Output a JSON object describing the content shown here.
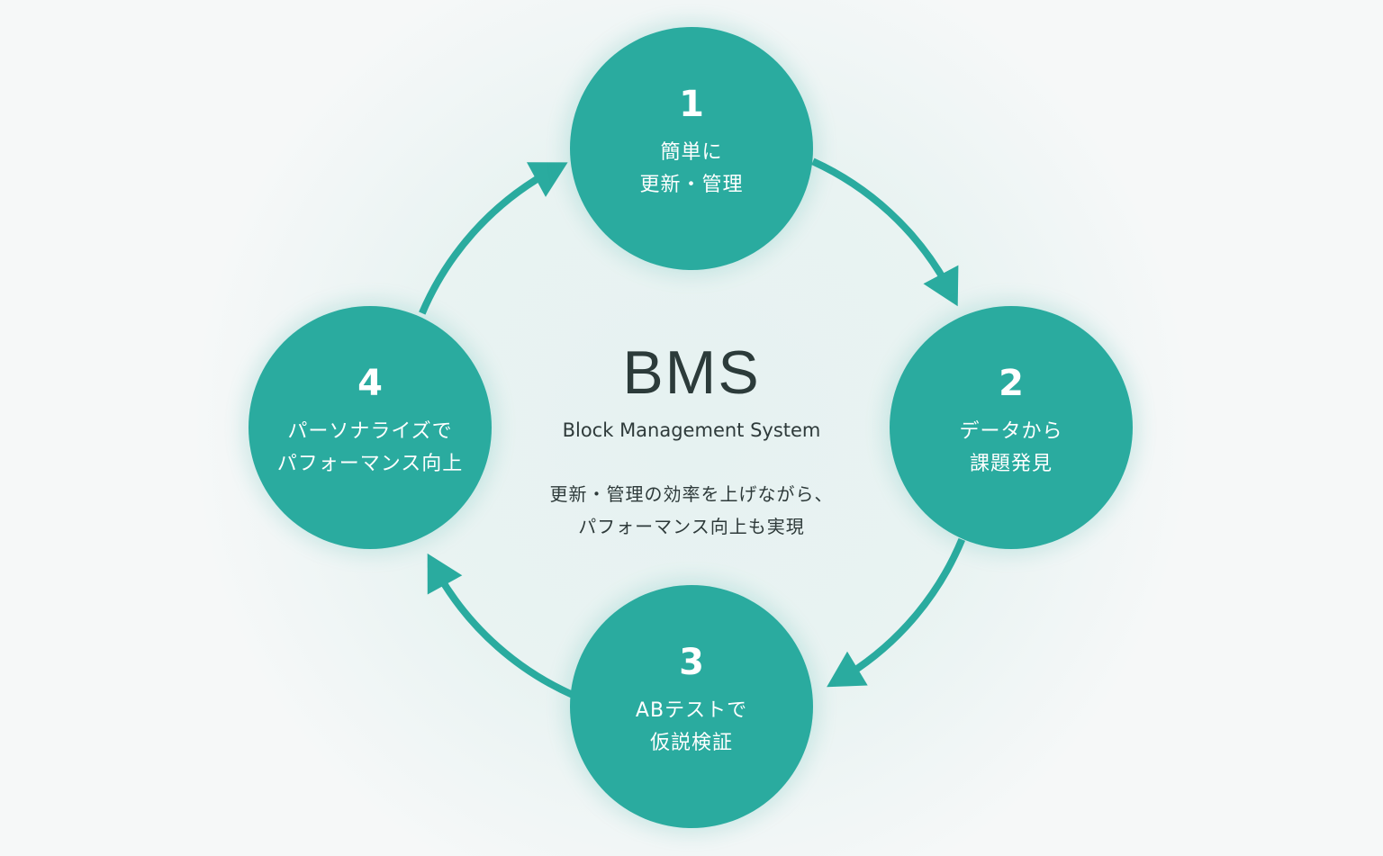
{
  "colors": {
    "accent": "#2aab9f",
    "text_dark": "#2e3a3a",
    "node_text": "#ffffff",
    "background": "#f6f8f8"
  },
  "center": {
    "title": "BMS",
    "subtitle": "Block Management System",
    "description": [
      "更新・管理の効率を上げながら、",
      "パフォーマンス向上も実現"
    ]
  },
  "steps": [
    {
      "number": "1",
      "lines": [
        "簡単に",
        "更新・管理"
      ]
    },
    {
      "number": "2",
      "lines": [
        "データから",
        "課題発見"
      ]
    },
    {
      "number": "3",
      "lines": [
        "ABテストで",
        "仮説検証"
      ]
    },
    {
      "number": "4",
      "lines": [
        "パーソナライズで",
        "パフォーマンス向上"
      ]
    }
  ],
  "arrows": [
    {
      "from": "1",
      "to": "2",
      "icon": "arrow-head-icon"
    },
    {
      "from": "2",
      "to": "3",
      "icon": "arrow-head-icon"
    },
    {
      "from": "3",
      "to": "4",
      "icon": "arrow-head-icon"
    },
    {
      "from": "4",
      "to": "1",
      "icon": "arrow-head-icon"
    }
  ]
}
